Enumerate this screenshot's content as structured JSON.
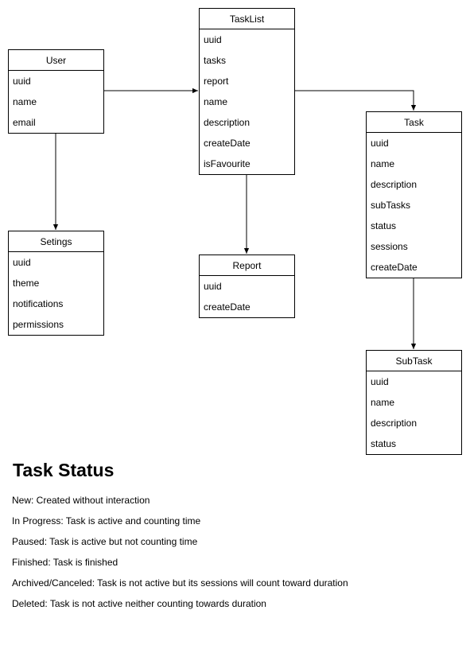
{
  "entities": {
    "user": {
      "title": "User",
      "attributes": [
        "uuid",
        "name",
        "email"
      ]
    },
    "settings": {
      "title": "Setings",
      "attributes": [
        "uuid",
        "theme",
        "notifications",
        "permissions"
      ]
    },
    "tasklist": {
      "title": "TaskList",
      "attributes": [
        "uuid",
        "tasks",
        "report",
        "name",
        "description",
        "createDate",
        "isFavourite"
      ]
    },
    "report": {
      "title": "Report",
      "attributes": [
        "uuid",
        "createDate"
      ]
    },
    "task": {
      "title": "Task",
      "attributes": [
        "uuid",
        "name",
        "description",
        "subTasks",
        "status",
        "sessions",
        "createDate"
      ]
    },
    "subtask": {
      "title": "SubTask",
      "attributes": [
        "uuid",
        "name",
        "description",
        "status"
      ]
    }
  },
  "relations": [
    {
      "from": "user",
      "to": "tasklist"
    },
    {
      "from": "user",
      "to": "settings"
    },
    {
      "from": "tasklist",
      "to": "report"
    },
    {
      "from": "tasklist",
      "to": "task"
    },
    {
      "from": "task",
      "to": "subtask"
    }
  ],
  "legend": {
    "title": "Task Status",
    "items": [
      "New: Created without interaction",
      "In Progress: Task is active and counting time",
      "Paused: Task is active but not counting time",
      "Finished: Task is finished",
      "Archived/Canceled: Task is not active but its sessions will count toward duration",
      "Deleted: Task is not active neither counting towards duration"
    ]
  },
  "colors": {
    "stroke": "#000000",
    "background": "#ffffff"
  }
}
